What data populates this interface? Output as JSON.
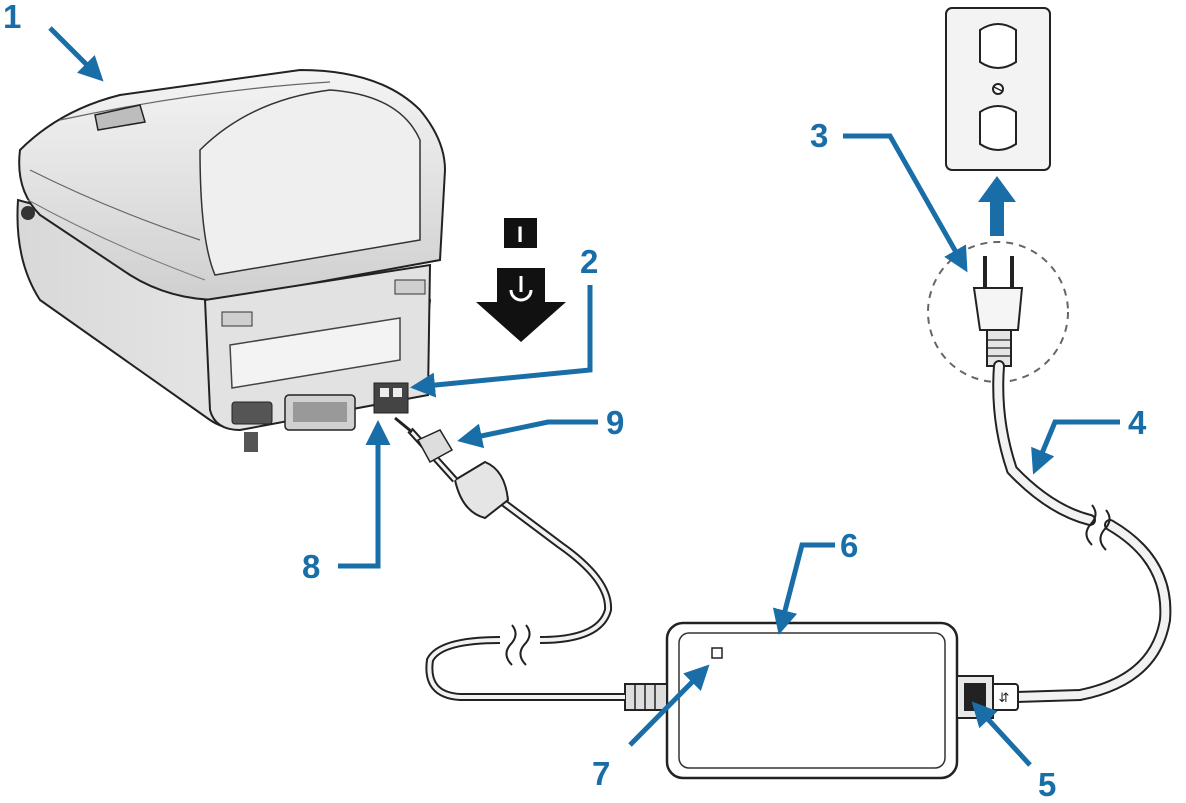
{
  "diagram": {
    "callouts": [
      {
        "id": "1",
        "label": "1"
      },
      {
        "id": "2",
        "label": "2"
      },
      {
        "id": "3",
        "label": "3"
      },
      {
        "id": "4",
        "label": "4"
      },
      {
        "id": "5",
        "label": "5"
      },
      {
        "id": "6",
        "label": "6"
      },
      {
        "id": "7",
        "label": "7"
      },
      {
        "id": "8",
        "label": "8"
      },
      {
        "id": "9",
        "label": "9"
      }
    ],
    "switch_symbol": "I",
    "colors": {
      "callout_blue": "#1a6ea8",
      "line_art": "#222222",
      "printer_fill": "#e9e9e9",
      "power_arrow": "#111111"
    },
    "icons": [
      "printer-icon",
      "wall-outlet-icon",
      "power-plug-icon",
      "power-supply-brick-icon",
      "power-symbol-icon",
      "cable-break-icon"
    ]
  }
}
